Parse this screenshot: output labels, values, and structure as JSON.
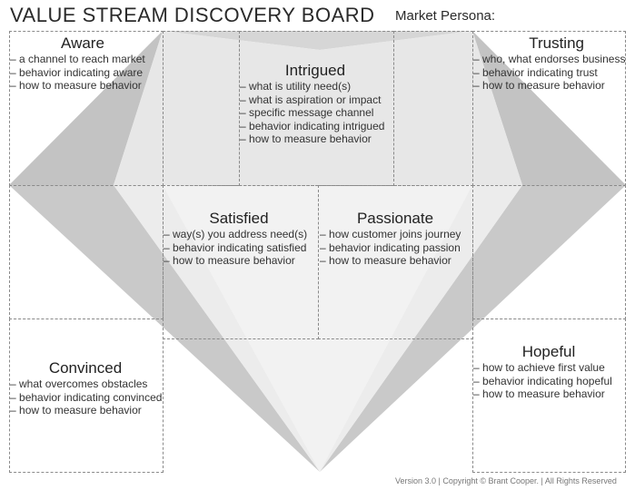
{
  "board": {
    "title": "VALUE STREAM DISCOVERY BOARD",
    "persona_label": "Market Persona:",
    "footer": "Version 3.0 | Copyright © Brant Cooper. | All Rights Reserved"
  },
  "stages": {
    "aware": {
      "heading": "Aware",
      "items": [
        "a channel to reach market",
        "behavior indicating aware",
        "how to measure behavior"
      ]
    },
    "intrigued": {
      "heading": "Intrigued",
      "items": [
        "what is utility need(s)",
        "what is aspiration or impact",
        "specific message channel",
        "behavior indicating intrigued",
        "how to measure behavior"
      ]
    },
    "trusting": {
      "heading": "Trusting",
      "items": [
        "who, what endorses business",
        "behavior indicating trust",
        "how to measure behavior"
      ]
    },
    "satisfied": {
      "heading": "Satisfied",
      "items": [
        "way(s) you address need(s)",
        "behavior indicating satisfied",
        "how to measure behavior"
      ]
    },
    "passionate": {
      "heading": "Passionate",
      "items": [
        "how customer joins journey",
        "behavior indicating passion",
        "how to measure behavior"
      ]
    },
    "convinced": {
      "heading": "Convinced",
      "items": [
        "what overcomes obstacles",
        "behavior indicating convinced",
        "how to measure behavior"
      ]
    },
    "hopeful": {
      "heading": "Hopeful",
      "items": [
        "how to achieve first value",
        "behavior indicating hopeful",
        "how to measure behavior"
      ]
    }
  },
  "colors": {
    "diamond_dark": "#c3c3c3",
    "diamond_mid": "#d6d6d6",
    "diamond_light": "#e7e7e7",
    "diamond_lightest": "#f0f0f0",
    "dashed_line": "#8a8a8a"
  }
}
